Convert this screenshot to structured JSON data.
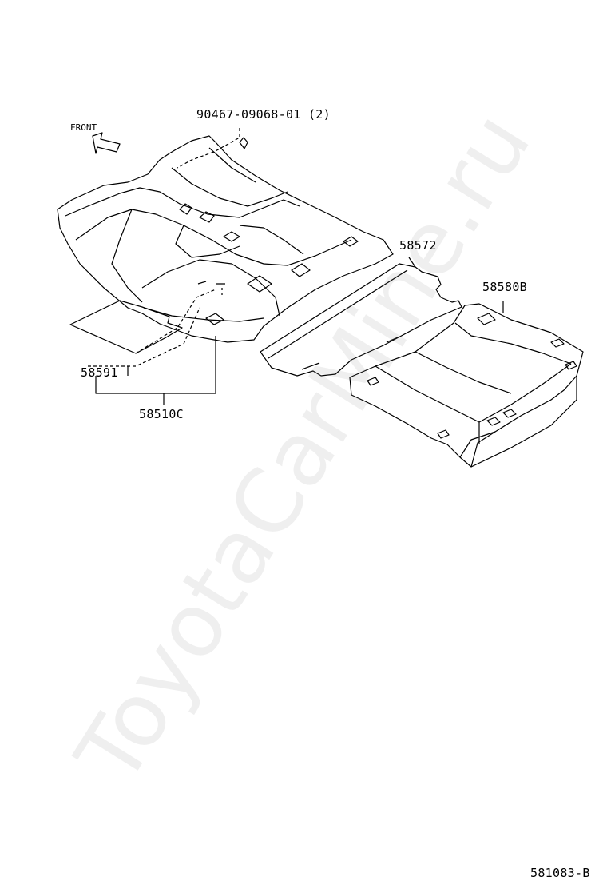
{
  "front_label": "FRONT",
  "parts": {
    "clip": "90467-09068-01 (2)",
    "cover_mid": "58572",
    "rear_mat": "58580B",
    "pad": "58591",
    "front_carpet": "58510C"
  },
  "diagram_code": "581083-B",
  "watermark": "ToyotaCarMine.ru",
  "colors": {
    "line": "#000000",
    "background": "#ffffff"
  }
}
